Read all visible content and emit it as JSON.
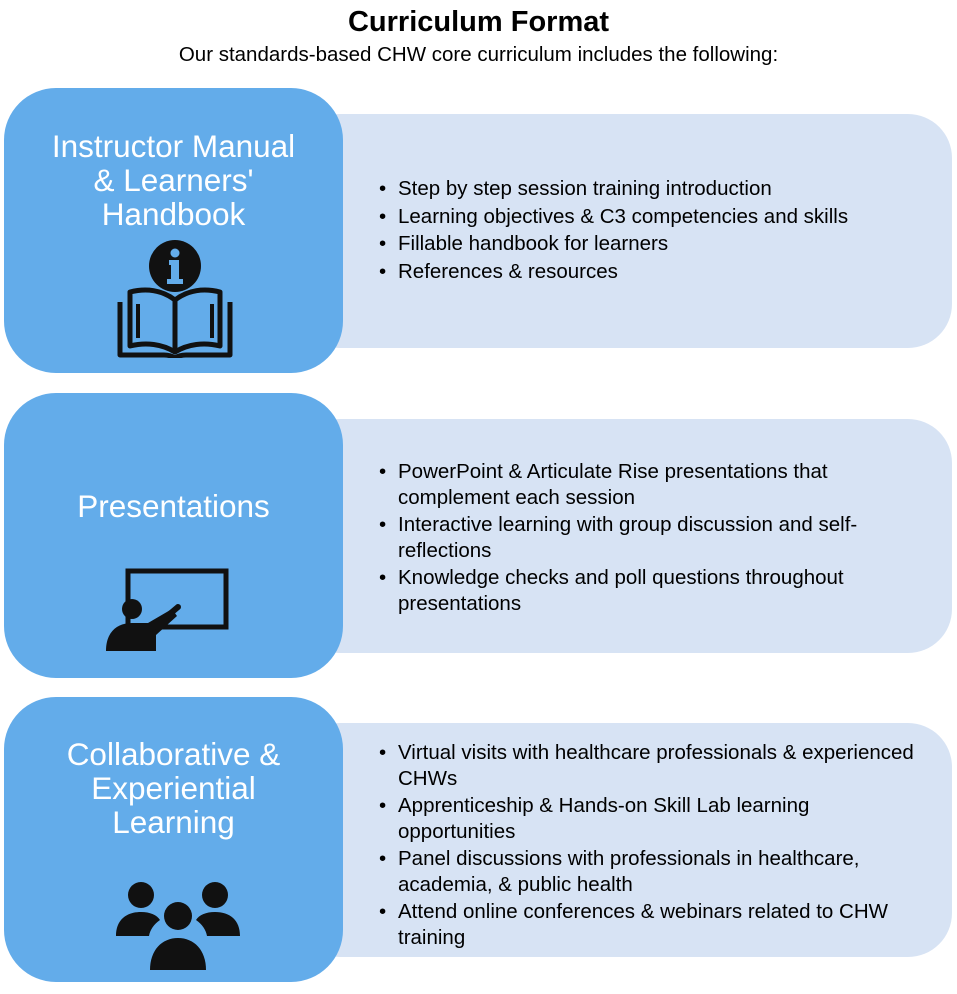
{
  "header": {
    "title": "Curriculum Format",
    "subtitle": "Our standards-based CHW core curriculum includes the following:"
  },
  "colors": {
    "tile": "#63acea",
    "detail": "#d7e3f4",
    "tile_text": "#ffffff",
    "icon": "#111111"
  },
  "sections": [
    {
      "title_lines": [
        "Instructor Manual",
        "& Learners'",
        "Handbook"
      ],
      "icon": "open-book-info-icon",
      "bullets": [
        "Step by step session training introduction",
        "Learning objectives & C3 competencies and skills",
        "Fillable handbook for learners",
        "References & resources"
      ]
    },
    {
      "title_lines": [
        "Presentations"
      ],
      "icon": "presenter-board-icon",
      "bullets": [
        "PowerPoint & Articulate Rise presentations that complement each session",
        "Interactive learning with group discussion and self-reflections",
        "Knowledge checks and poll questions throughout presentations"
      ]
    },
    {
      "title_lines": [
        "Collaborative &",
        "Experiential",
        "Learning"
      ],
      "icon": "group-people-icon",
      "bullets": [
        "Virtual visits with healthcare professionals & experienced CHWs",
        "Apprenticeship & Hands-on Skill Lab learning opportunities",
        "Panel discussions with professionals in healthcare, academia, & public health",
        "Attend online conferences & webinars related to CHW training"
      ]
    }
  ]
}
